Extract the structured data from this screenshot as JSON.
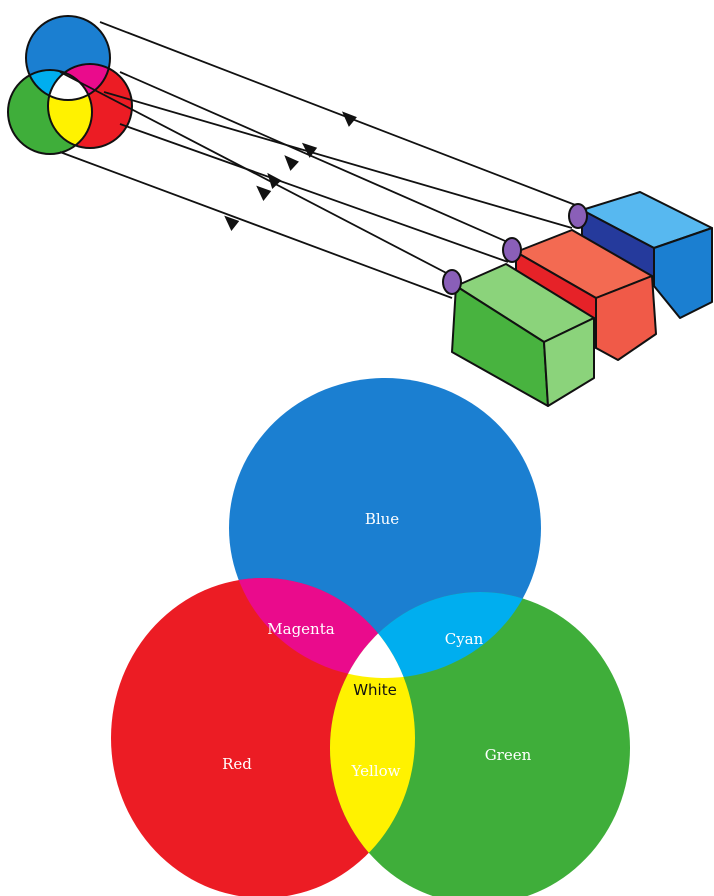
{
  "colors": {
    "red": "#ec1c24",
    "green": "#3fae3a",
    "blue": "#1b7fd1",
    "cyan": "#00aeef",
    "magenta": "#ea0b8c",
    "yellow": "#fff200",
    "white": "#ffffff",
    "projector_blue_light": "#3aa7ea",
    "projector_blue_dark": "#253a9c",
    "projector_red_light": "#f36a52",
    "projector_red_dark": "#e62228",
    "projector_green_light": "#8bd37b",
    "projector_green_dark": "#48b33f",
    "lens": "#8a5fb8"
  },
  "venn": {
    "labels": {
      "blue": "Blue",
      "red": "Red",
      "green": "Green",
      "magenta": "Magenta",
      "cyan": "Cyan",
      "yellow": "Yellow",
      "white": "White"
    }
  },
  "projection": {
    "projectors": [
      "blue",
      "red",
      "green"
    ],
    "arrow_icon": "arrowhead-icon"
  }
}
